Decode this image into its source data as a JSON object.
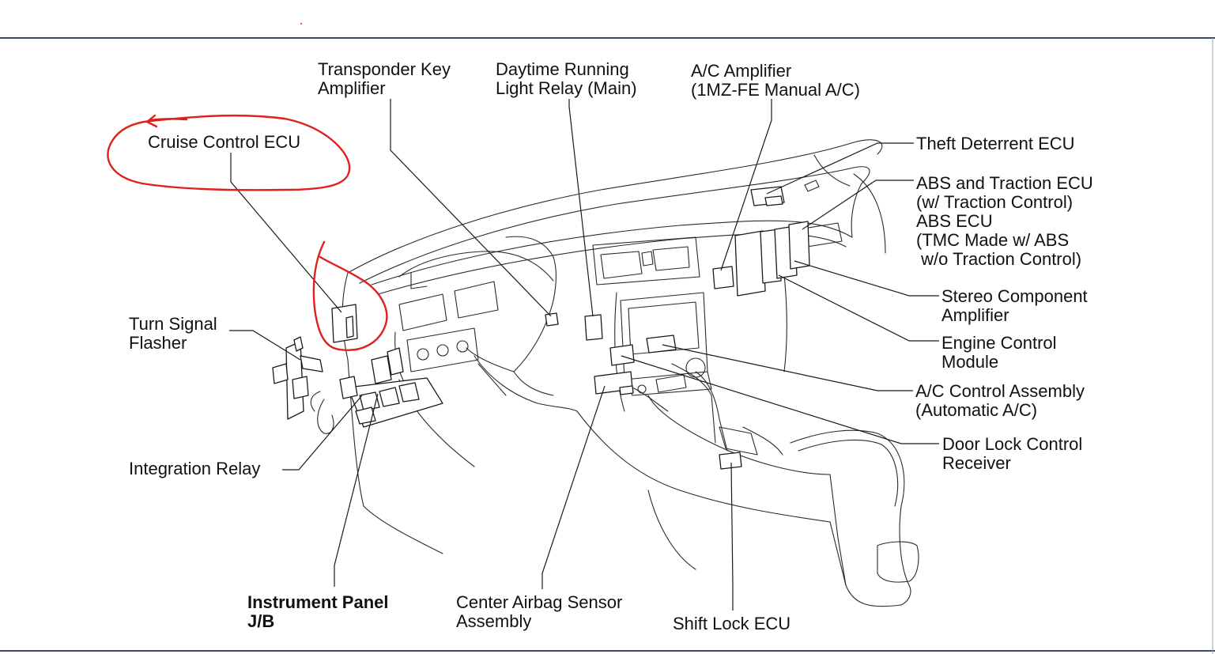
{
  "colors": {
    "rule": "#3b4a66",
    "markup": "#e0201c",
    "ink": "#111111"
  },
  "labels": {
    "transponder_key_amplifier": [
      "Transponder Key",
      "Amplifier"
    ],
    "daytime_running_light_relay": [
      "Daytime Running",
      "Light Relay (Main)"
    ],
    "ac_amplifier": [
      "A/C Amplifier",
      "(1MZ-FE Manual A/C)"
    ],
    "theft_deterrent_ecu": [
      "Theft Deterrent ECU"
    ],
    "abs_traction_ecu": [
      "ABS and Traction ECU",
      "(w/ Traction Control)",
      "ABS ECU",
      "(TMC Made w/ ABS",
      " w/o Traction Control)"
    ],
    "cruise_control_ecu": [
      "Cruise Control ECU"
    ],
    "turn_signal_flasher": [
      "Turn Signal",
      "Flasher"
    ],
    "stereo_component_amplifier": [
      "Stereo Component",
      "Amplifier"
    ],
    "engine_control_module": [
      "Engine Control",
      "Module"
    ],
    "ac_control_assembly": [
      "A/C Control Assembly",
      "(Automatic A/C)"
    ],
    "door_lock_control_receiver": [
      "Door Lock Control",
      "Receiver"
    ],
    "integration_relay": [
      "Integration Relay"
    ],
    "instrument_panel_jb": [
      "Instrument Panel",
      "J/B"
    ],
    "center_airbag_sensor_assembly": [
      "Center Airbag Sensor",
      "Assembly"
    ],
    "shift_lock_ecu": [
      "Shift Lock ECU"
    ]
  }
}
